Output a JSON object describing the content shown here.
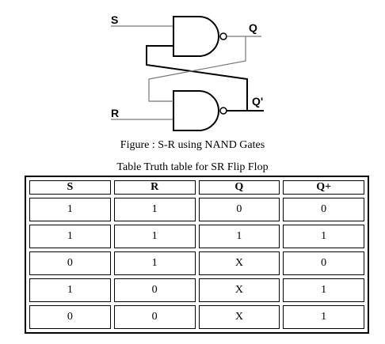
{
  "diagram": {
    "input_s": "S",
    "input_r": "R",
    "output_q": "Q",
    "output_q_bar": "Q'"
  },
  "figure_caption": "Figure : S-R using NAND Gates",
  "table_caption": "Table Truth table for SR Flip Flop",
  "truth_table": {
    "headers": [
      "S",
      "R",
      "Q",
      "Q+"
    ],
    "rows": [
      [
        "1",
        "1",
        "0",
        "0"
      ],
      [
        "1",
        "1",
        "1",
        "1"
      ],
      [
        "0",
        "1",
        "X",
        "0"
      ],
      [
        "1",
        "0",
        "X",
        "1"
      ],
      [
        "0",
        "0",
        "X",
        "1"
      ]
    ]
  }
}
